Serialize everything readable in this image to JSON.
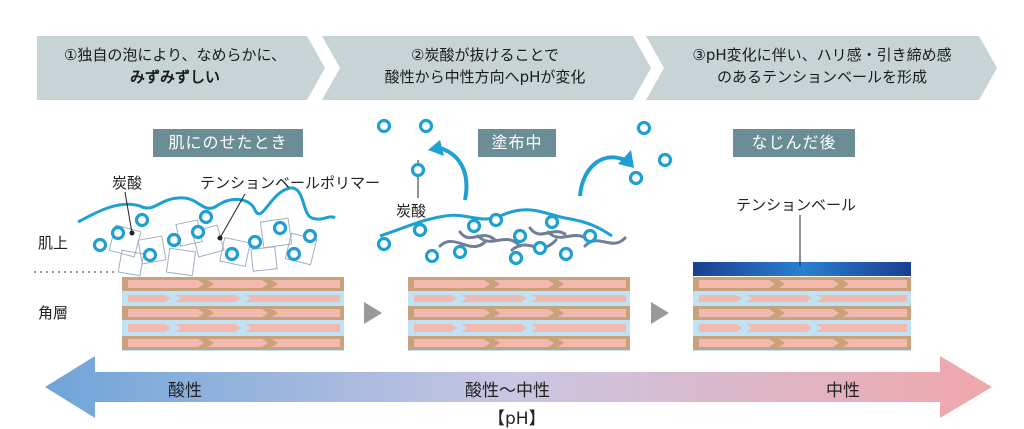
{
  "steps": [
    {
      "line1": "①独自の泡により、なめらかに、",
      "line2": "みずみずしい"
    },
    {
      "line1": "②炭酸が抜けることで",
      "line2": "酸性から中性方向へpHが変化"
    },
    {
      "line1": "③pH変化に伴い、ハリ感・引き締め感",
      "line2": "のあるテンションベールを形成"
    }
  ],
  "stages": [
    {
      "tag": "肌にのせたとき"
    },
    {
      "tag": "塗布中"
    },
    {
      "tag": "なじんだ後"
    }
  ],
  "labels": {
    "tansan1": "炭酸",
    "polymer": "テンションベールポリマー",
    "tansan2": "炭酸",
    "veil": "テンションベール",
    "hada": "肌上",
    "kakuso": "角層"
  },
  "ph_scale": {
    "left": "酸性",
    "middle": "酸性～中性",
    "right": "中性",
    "caption": "【pH】"
  },
  "colors": {
    "banner": "#c8d3d6",
    "tag": "#6b8e96",
    "bubble": "#1ea0d2",
    "skin_brown": "#c9a27c",
    "skin_pink": "#f3b8ae",
    "skin_blue": "#bfe3f5",
    "veil": "#1a4fa0",
    "ph_acid": "#6fa5d8",
    "ph_neutral": "#f0a7ab"
  }
}
